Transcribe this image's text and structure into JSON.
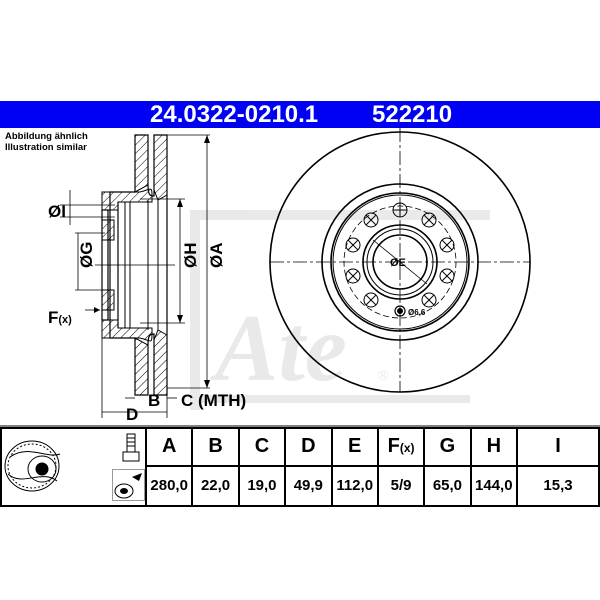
{
  "header": {
    "part_number": "24.0322-0210.1",
    "ref_number": "522210",
    "band_color": "#0000f5"
  },
  "caption": {
    "line1": "Abbildung ähnlich",
    "line2": "Illustration similar"
  },
  "side_view": {
    "labels": {
      "dia_I": "ØI",
      "dia_G": "ØG",
      "dia_H": "ØH",
      "dia_A": "ØA",
      "F": "F",
      "F_sub": "(x)",
      "D": "D",
      "B": "B",
      "C": "C (MTH)"
    }
  },
  "front_view": {
    "labels": {
      "dia_E": "ØE",
      "hole": "Ø6,6"
    },
    "bolt_holes": 9
  },
  "watermark": {
    "brand": "Ate",
    "registered": "®"
  },
  "table": {
    "icons": [
      "brake-disc-icon",
      "bolt-icon",
      "screw-hole-icon"
    ],
    "columns": [
      {
        "key": "A",
        "label": "A",
        "value": "280,0"
      },
      {
        "key": "B",
        "label": "B",
        "value": "22,0"
      },
      {
        "key": "C",
        "label": "C",
        "value": "19,0"
      },
      {
        "key": "D",
        "label": "D",
        "value": "49,9"
      },
      {
        "key": "E",
        "label": "E",
        "value": "112,0"
      },
      {
        "key": "F",
        "label": "F",
        "label_sub": "(x)",
        "value": "5/9"
      },
      {
        "key": "G",
        "label": "G",
        "value": "65,0"
      },
      {
        "key": "H",
        "label": "H",
        "value": "144,0"
      },
      {
        "key": "I",
        "label": "I",
        "value": "15,3"
      }
    ]
  }
}
